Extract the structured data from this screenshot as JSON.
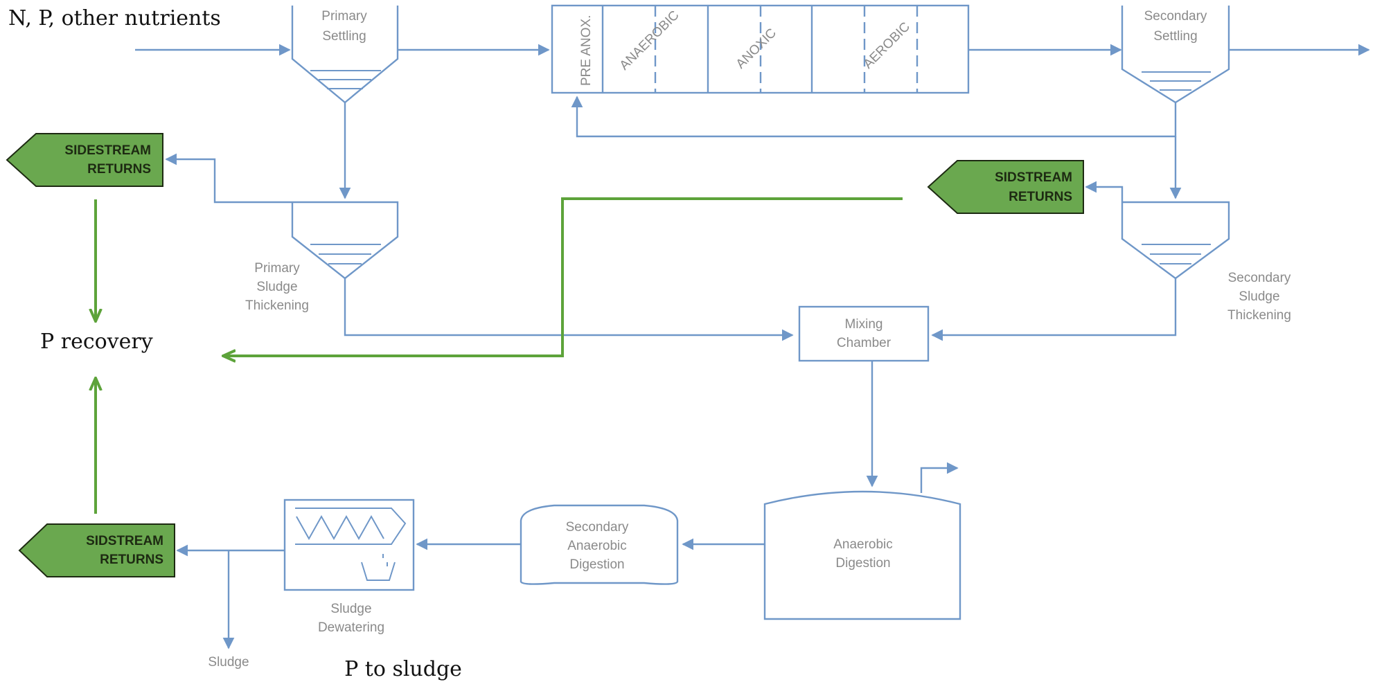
{
  "inputs": {
    "label": "N, P, other nutrients"
  },
  "units": {
    "primary_settling": {
      "line1": "Primary",
      "line2": "Settling"
    },
    "secondary_settling": {
      "line1": "Secondary",
      "line2": "Settling"
    },
    "primary_thickening": {
      "line1": "Primary",
      "line2": "Sludge",
      "line3": "Thickening"
    },
    "secondary_thickening": {
      "line1": "Secondary",
      "line2": "Sludge",
      "line3": "Thickening"
    },
    "mixing_chamber": {
      "line1": "Mixing",
      "line2": "Chamber"
    },
    "anaerobic_digestion": {
      "line1": "Anaerobic",
      "line2": "Digestion"
    },
    "secondary_digestion": {
      "line1": "Secondary",
      "line2": "Anaerobic",
      "line3": "Digestion"
    },
    "dewatering": {
      "line1": "Sludge",
      "line2": "Dewatering"
    }
  },
  "reactor": {
    "zones": [
      "PRE ANOX.",
      "ANAEROBIC",
      "ANOXIC",
      "AEROBIC"
    ]
  },
  "sidestream_tags": [
    {
      "line1": "SIDESTREAM",
      "line2": "RETURNS"
    },
    {
      "line1": "SIDSTREAM",
      "line2": "RETURNS"
    },
    {
      "line1": "SIDSTREAM",
      "line2": "RETURNS"
    }
  ],
  "outputs": {
    "p_recovery": "P recovery",
    "sludge": "Sludge",
    "p_to_sludge": "P to sludge"
  },
  "colors": {
    "process_line": "#6f97c8",
    "recovery_arrow": "#5da33a",
    "tag_fill": "#6aa84f",
    "tag_border": "#1d2a12"
  }
}
